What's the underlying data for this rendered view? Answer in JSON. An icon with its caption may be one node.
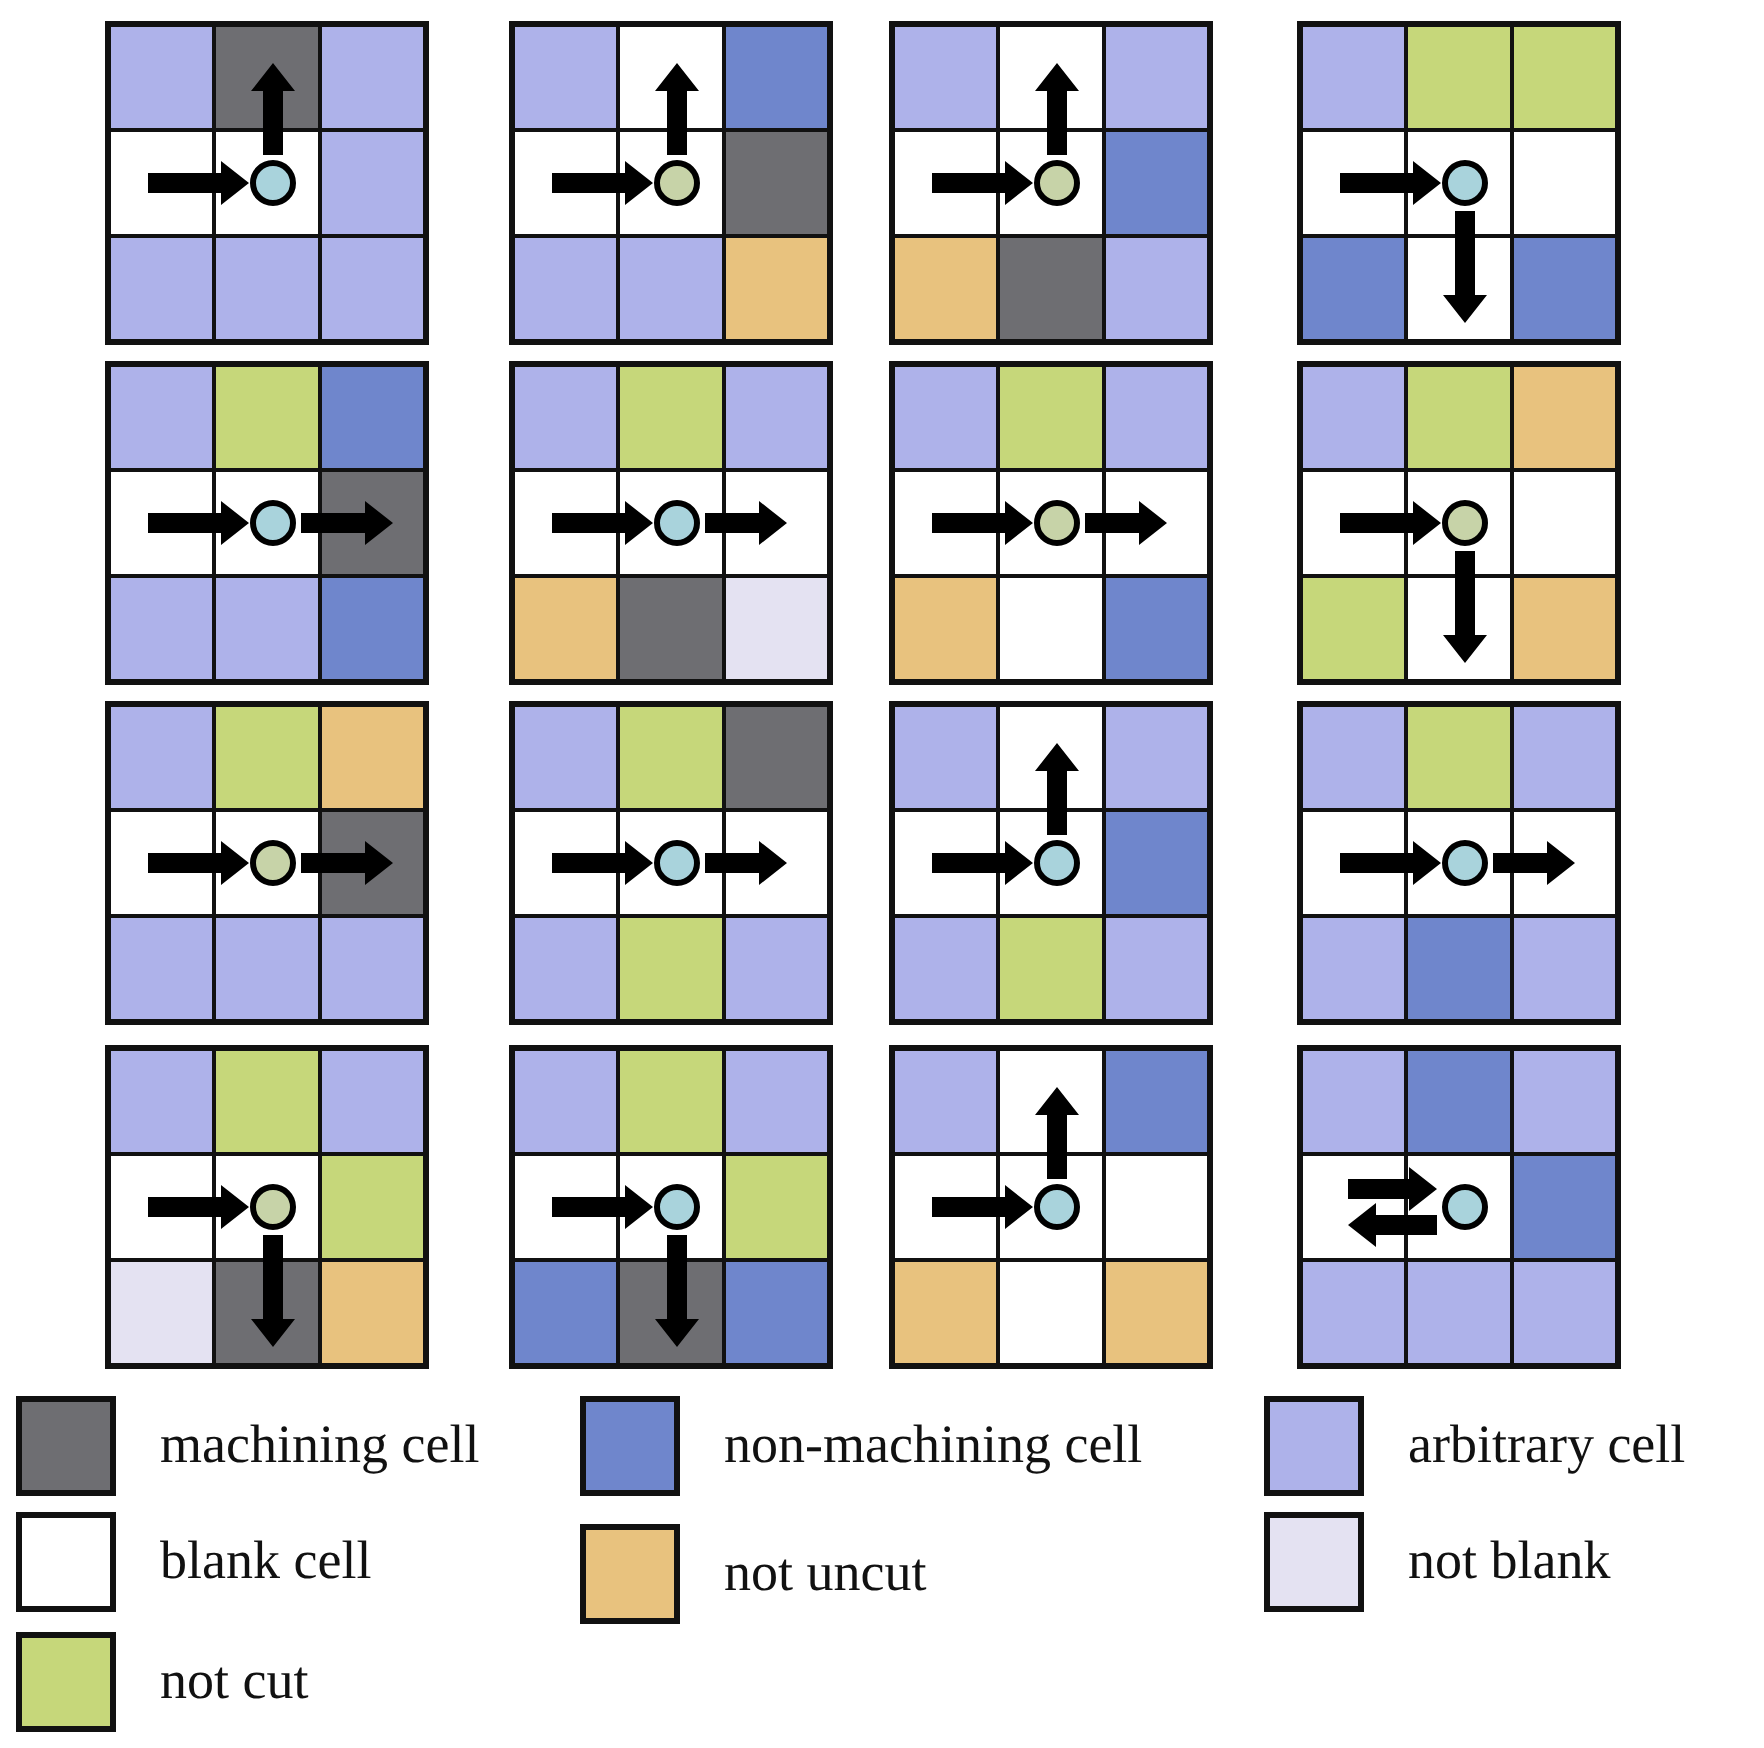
{
  "diagram": {
    "legend": [
      {
        "text": "machining cell",
        "color": "#6e6e72"
      },
      {
        "text": "non-machining cell",
        "color": "#6f86cc"
      },
      {
        "text": "arbitrary cell",
        "color": "#aeb2ea"
      },
      {
        "text": "blank cell",
        "color": "#ffffff"
      },
      {
        "text": "not uncut",
        "color": "#e8c27e"
      },
      {
        "text": "not blank",
        "color": "#e4e2f2"
      },
      {
        "text": "not cut",
        "color": "#c6d77a"
      }
    ]
  }
}
